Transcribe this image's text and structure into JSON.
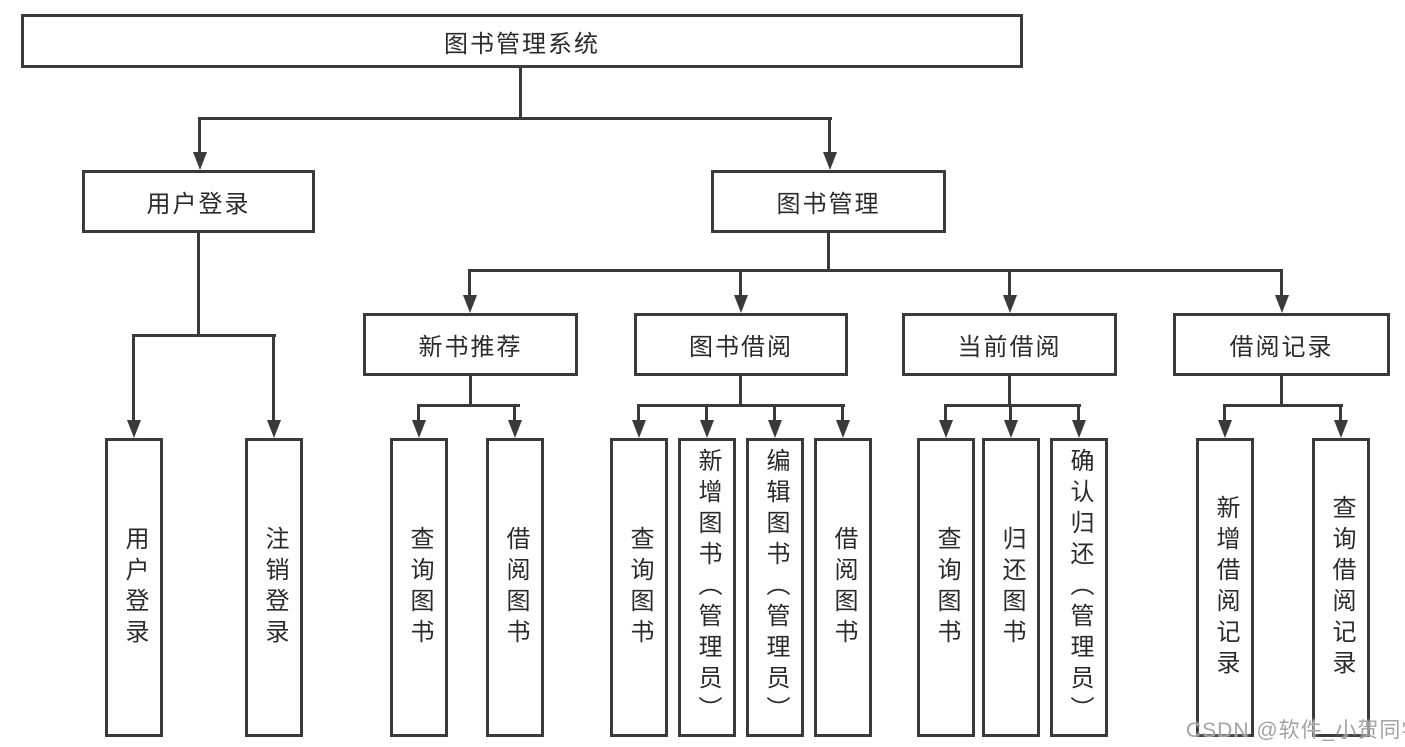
{
  "tree": {
    "root": {
      "label": "图书管理系统"
    },
    "level2": [
      {
        "label": "用户登录"
      },
      {
        "label": "图书管理"
      }
    ],
    "level3": [
      {
        "label": "新书推荐"
      },
      {
        "label": "图书借阅"
      },
      {
        "label": "当前借阅"
      },
      {
        "label": "借阅记录"
      }
    ],
    "leaves": {
      "user_login": [
        "用户登录",
        "注销登录"
      ],
      "new_books": [
        "查询图书",
        "借阅图书"
      ],
      "book_borrow": [
        "查询图书",
        "新增图书（管理员）",
        "编辑图书（管理员）",
        "借阅图书"
      ],
      "current_borrow": [
        "查询图书",
        "归还图书",
        "确认归还（管理员）"
      ],
      "borrow_records": [
        "新增借阅记录",
        "查询借阅记录"
      ]
    }
  },
  "watermark": "CSDN @软件_小贺同学",
  "colors": {
    "line": "#3a3a3a",
    "text": "#2b2b2b",
    "watermark": "#a3a3a3",
    "background": "#ffffff"
  }
}
